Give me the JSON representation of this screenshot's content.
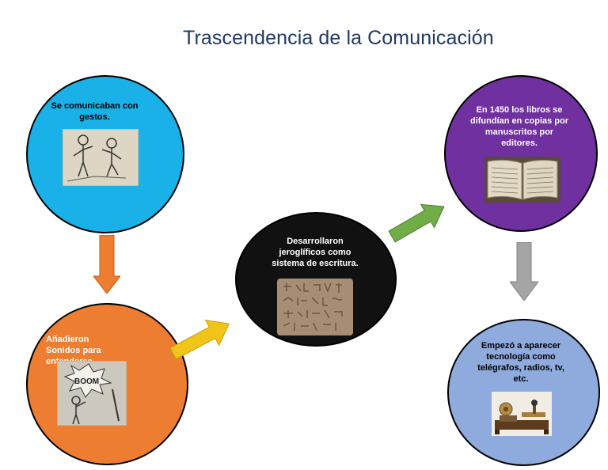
{
  "title": "Trascendencia de la Comunicación",
  "nodes": [
    {
      "id": "gestos",
      "text": "Se comunicaban con gestos.",
      "color": "#1ab0e8",
      "image": "stick-figures-drawing"
    },
    {
      "id": "sonidos",
      "text": "Añadieron Sonidos para entenderse.",
      "color": "#ed7d31",
      "image": "boom-drawing"
    },
    {
      "id": "jeroglificos",
      "text": "Desarrollaron jeroglíficos como sistema de escritura.",
      "color": "#111111",
      "image": "hieroglyph-tablet"
    },
    {
      "id": "libros",
      "text": "En 1450 los libros se difundían en copias por manuscritos por editores.",
      "color": "#7030a0",
      "image": "old-book"
    },
    {
      "id": "tecnologia",
      "text": "Empezó a aparecer tecnología como telégrafos, radios, tv, etc.",
      "color": "#8faadc",
      "image": "telegraph-device"
    }
  ],
  "boom_text": "BOOM",
  "arrows": [
    {
      "from": "gestos",
      "to": "sonidos",
      "color": "#ed7d31"
    },
    {
      "from": "sonidos",
      "to": "jeroglificos",
      "color": "#f0c419"
    },
    {
      "from": "jeroglificos",
      "to": "libros",
      "color": "#70ad47"
    },
    {
      "from": "libros",
      "to": "tecnologia",
      "color": "#a5a5a5"
    }
  ]
}
